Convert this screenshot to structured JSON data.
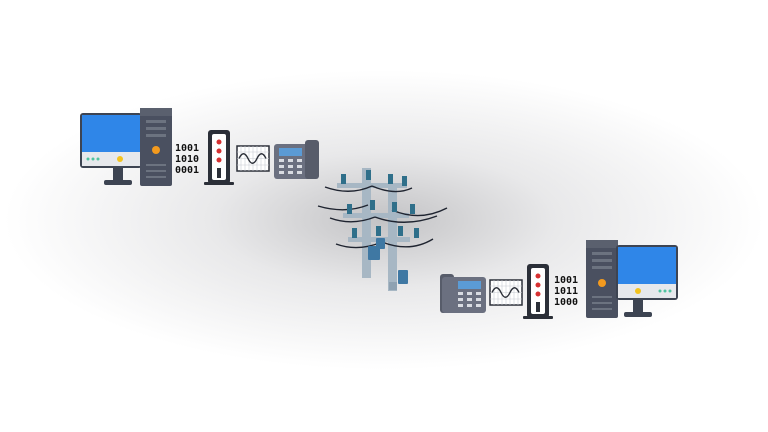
{
  "diagram": {
    "left_bits": [
      "1001",
      "1010",
      "0001"
    ],
    "right_bits": [
      "1001",
      "1011",
      "1000"
    ],
    "colors": {
      "monitor_screen": "#2f86e8",
      "monitor_frame": "#3d4452",
      "tower": "#4a5060",
      "tower_light": "#6c7380",
      "power_led": "#f39a1e",
      "status_led": "#4fc3a1",
      "modem": "#2b2f38",
      "modem_led": "#d63031",
      "phone": "#6b7080",
      "phone_screen": "#5b9bd5",
      "pole": "#a7b7c4",
      "insulator": "#2f6f8a",
      "wire": "#1f2430",
      "transformer": "#3f78a3"
    }
  }
}
